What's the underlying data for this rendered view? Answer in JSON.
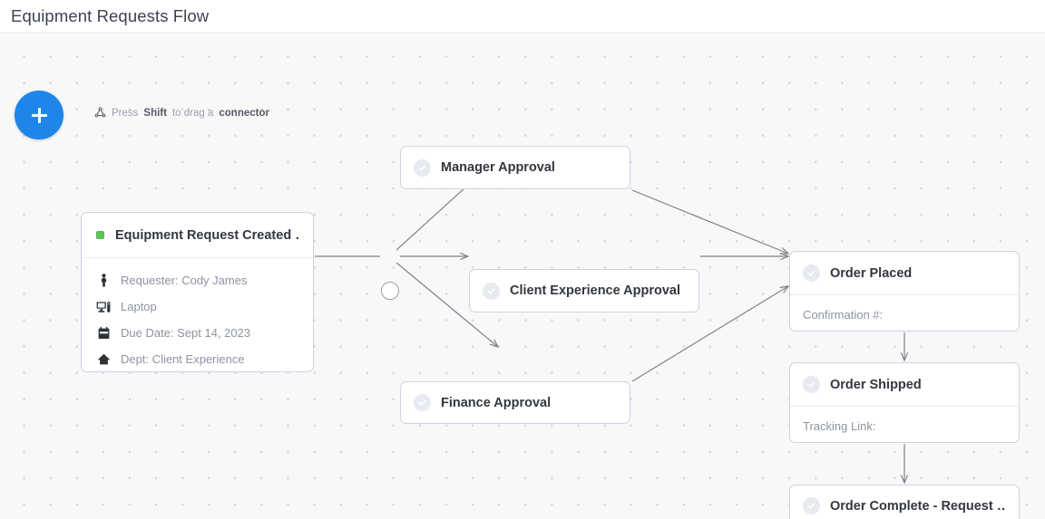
{
  "header": {
    "title": "Equipment Requests Flow"
  },
  "toolbar": {
    "add_button_label": "+",
    "add_button_icon": "plus-icon"
  },
  "hint": {
    "icon": "connector-icon",
    "prefix": "Press ",
    "key": "Shift",
    "middle": " to drag a ",
    "target": "connector"
  },
  "colors": {
    "accent_blue": "#1d86e8",
    "card_border": "#ccd2e0",
    "canvas_bg": "#f8f8f9",
    "grid_dot": "#d6d6d9",
    "edge_line": "#7e828b",
    "status_icon_bg": "#e7eaf0",
    "start_dot_green": "#5cc45c",
    "title_text": "#33373f",
    "muted_text": "#8d93a0"
  },
  "nodes": {
    "start": {
      "icon": "green-status-dot-icon",
      "title": "Equipment Request Created …",
      "details": [
        {
          "icon": "person-icon",
          "text": "Requester: Cody James"
        },
        {
          "icon": "computer-icon",
          "text": "Laptop"
        },
        {
          "icon": "calendar-icon",
          "text": "Due Date: Sept 14, 2023"
        },
        {
          "icon": "home-icon",
          "text": "Dept: Client Experience"
        }
      ]
    },
    "manager_approval": {
      "icon": "check-circle-icon",
      "title": "Manager Approval"
    },
    "client_approval": {
      "icon": "check-circle-icon",
      "title": "Client Experience Approval"
    },
    "finance_approval": {
      "icon": "check-circle-icon",
      "title": "Finance Approval"
    },
    "order_placed": {
      "icon": "check-circle-icon",
      "title": "Order Placed",
      "field_label": "Confirmation #:"
    },
    "order_shipped": {
      "icon": "check-circle-icon",
      "title": "Order Shipped",
      "field_label": "Tracking Link:"
    },
    "order_complete": {
      "icon": "check-circle-icon",
      "title": "Order Complete - Request …"
    }
  }
}
